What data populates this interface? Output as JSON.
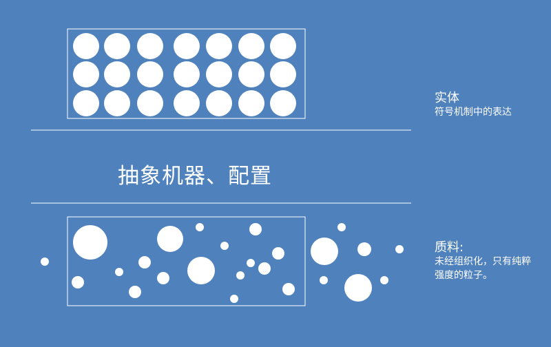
{
  "colors": {
    "background": "#4f81bd",
    "foreground": "#ffffff"
  },
  "center_title": "抽象机器、配置",
  "entity": {
    "title": "实体",
    "description": "符号机制中的表达"
  },
  "matter": {
    "title": "质料:",
    "description": "未经组织化，只有纯粹强度的粒子。"
  }
}
